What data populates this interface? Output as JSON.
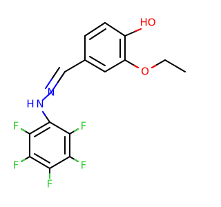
{
  "molecule": {
    "atoms": {
      "hydroxyl": "HO",
      "ether_oxygen": "O",
      "hydrazone_n": "N",
      "amine_nh": "N",
      "amine_h": "H",
      "fluorine": "F"
    },
    "colors": {
      "bond": "#000000",
      "oxygen": "#ff0000",
      "nitrogen": "#0000ff",
      "fluorine": "#33cc33"
    }
  }
}
